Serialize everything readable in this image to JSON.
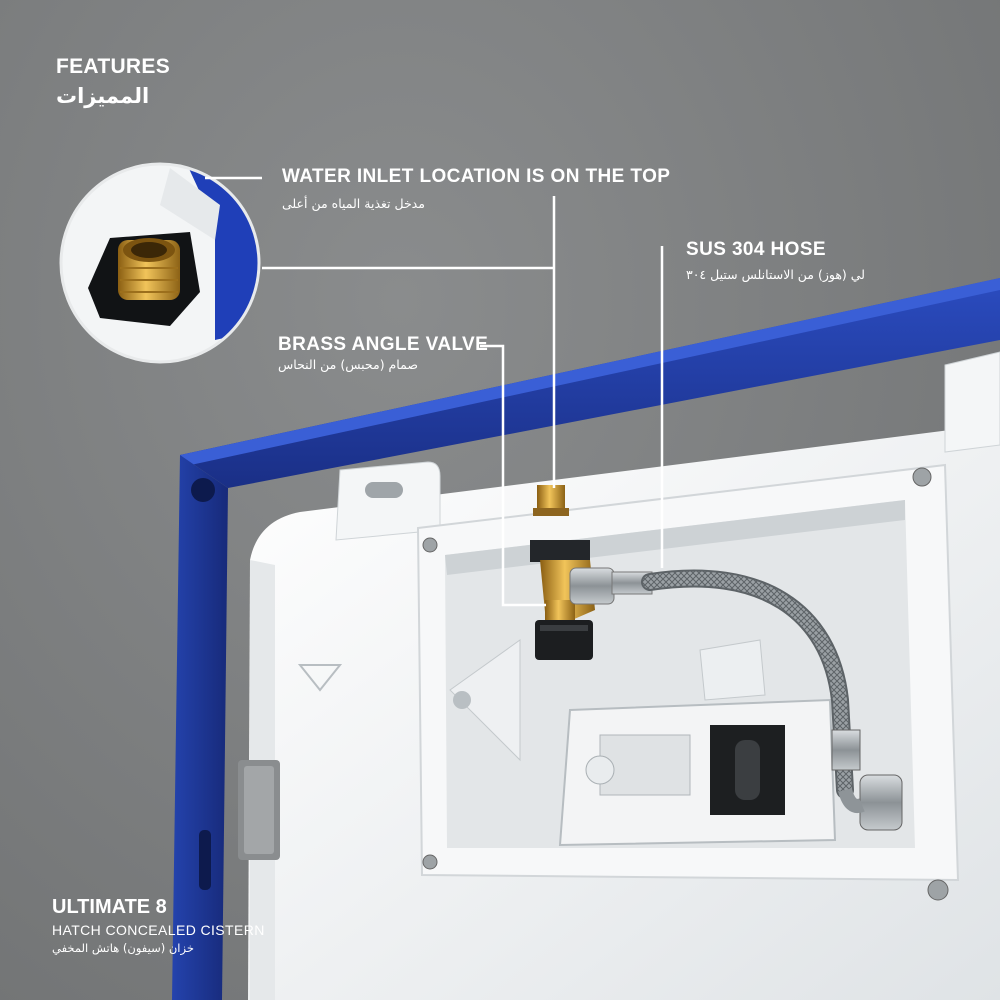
{
  "header": {
    "title_en": "FEATURES",
    "title_ar": "المميزات"
  },
  "callouts": {
    "water_inlet": {
      "title_en": "WATER INLET LOCATION IS ON THE TOP",
      "title_ar": "مدخل تغذية المياه من أعلى"
    },
    "hose": {
      "title_en": "SUS 304 HOSE",
      "title_ar": "لي (هوز) من الاستانلس ستيل ٣٠٤"
    },
    "angle_valve": {
      "title_en": "BRASS ANGLE VALVE",
      "title_ar": "صمام (محبس) من النحاس"
    }
  },
  "product": {
    "name": "ULTIMATE 8",
    "subtitle": "HATCH CONCEALED CISTERN",
    "subtitle_ar": "خزان (سيفون) هاتش المخفي"
  },
  "colors": {
    "background": "#7d7f80",
    "frame_blue": "#1f3a9c",
    "cistern_white": "#f1f3f4",
    "brass": "#c8952f",
    "leader_line": "#ffffff"
  }
}
